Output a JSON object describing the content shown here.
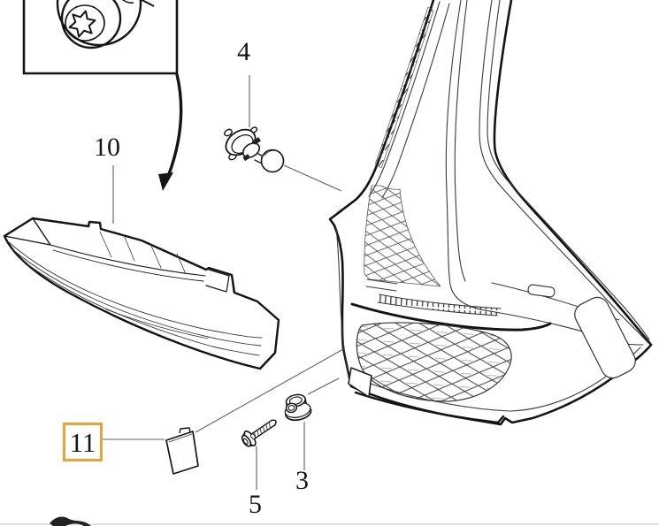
{
  "figure": {
    "type": "exploded-parts-diagram",
    "subject": "rear-tail-lamp",
    "background_color": "#ffffff",
    "line_color": "#141414",
    "leader_color": "#606060",
    "highlight_color": "#E8A43C",
    "callouts": [
      {
        "ref": "10",
        "part": "upper-tail-lamp-assembly",
        "highlighted": false
      },
      {
        "ref": "4",
        "part": "bulb-with-socket",
        "highlighted": false
      },
      {
        "ref": "11",
        "part": "cover-cap",
        "highlighted": true
      },
      {
        "ref": "5",
        "part": "screw",
        "highlighted": false
      },
      {
        "ref": "3",
        "part": "serrated-nut",
        "highlighted": false
      }
    ],
    "inset": {
      "part": "torx-head-fastener"
    }
  }
}
